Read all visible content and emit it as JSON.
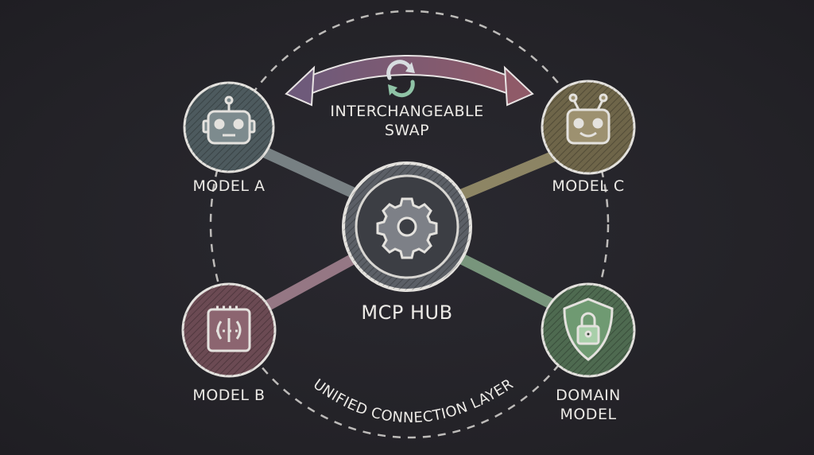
{
  "swap": {
    "label_line1": "INTERCHANGEABLE",
    "label_line2": "SWAP",
    "icon": "refresh-cycle-icon"
  },
  "hub": {
    "label": "MCP HUB",
    "icon": "gear-icon",
    "color": "#5b5f66"
  },
  "layer": {
    "label": "UNIFIED CONNECTION LAYER"
  },
  "nodes": [
    {
      "label": "MODEL A",
      "icon": "robot-icon",
      "color": "#4d5a5e"
    },
    {
      "label": "MODEL C",
      "icon": "robot-antenna-icon",
      "color": "#6e6549"
    },
    {
      "label": "MODEL B",
      "icon": "brain-chip-icon",
      "color": "#6b4a53"
    },
    {
      "label_line1": "DOMAIN",
      "label_line2": "MODEL",
      "icon": "shield-lock-icon",
      "color": "#4e6a50"
    }
  ],
  "colors": {
    "background": "#242329",
    "swap_arrow": "#8a5a70",
    "chalk": "#eceae6"
  }
}
